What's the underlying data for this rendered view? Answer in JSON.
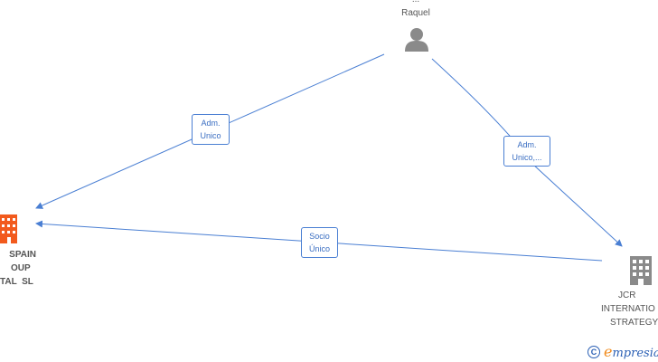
{
  "nodes": {
    "person": {
      "name_line1": "...",
      "name_line2": "Raquel",
      "icon": "person-icon"
    },
    "company_left": {
      "line1": "SPAIN",
      "line2": "OUP",
      "line3": "TAL  SL",
      "icon": "building-icon",
      "color": "#f25a1d"
    },
    "company_right": {
      "line1": "JCR",
      "line2": "INTERNATIO",
      "line3": "STRATEGY",
      "icon": "building-icon",
      "color": "#8a8a8a"
    }
  },
  "edges": [
    {
      "line1": "Adm.",
      "line2": "Unico"
    },
    {
      "line1": "Adm.",
      "line2": "Unico,..."
    },
    {
      "line1": "Socio",
      "line2": "Único"
    }
  ],
  "brand": {
    "copyright": "C",
    "first_letter": "e",
    "rest": "mpresia"
  },
  "colors": {
    "edge": "#4a7fd3",
    "person_icon": "#8a8a8a"
  }
}
